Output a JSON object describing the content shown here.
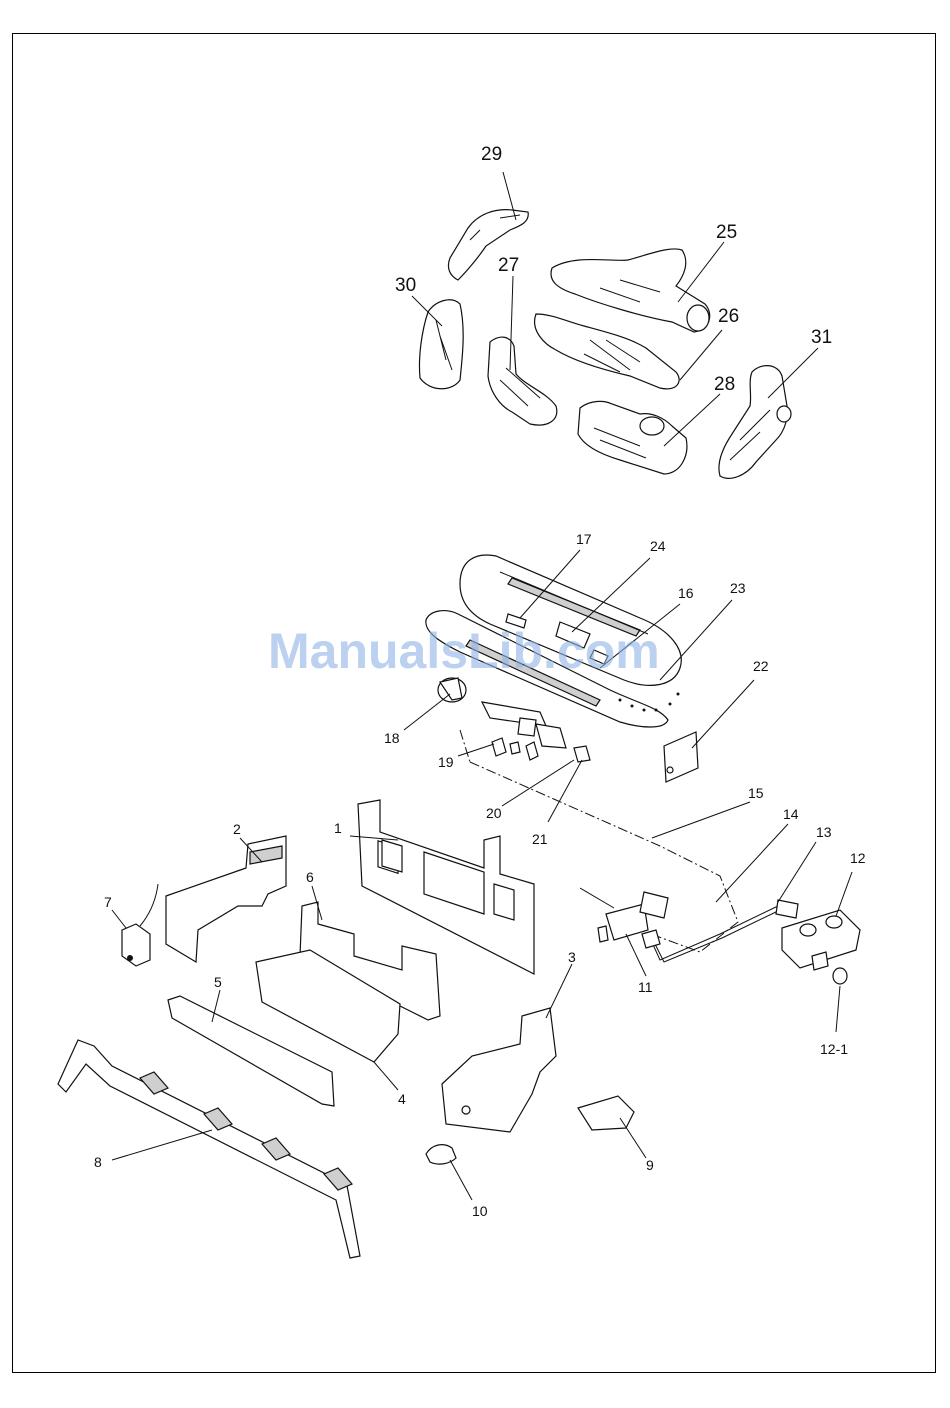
{
  "watermark": "ManualsLib.com",
  "labels": {
    "l1": "1",
    "l2": "2",
    "l3": "3",
    "l4": "4",
    "l5": "5",
    "l6": "6",
    "l7": "7",
    "l8": "8",
    "l9": "9",
    "l10": "10",
    "l11": "11",
    "l12": "12",
    "l12_1": "12-1",
    "l13": "13",
    "l14": "14",
    "l15": "15",
    "l16": "16",
    "l17": "17",
    "l18": "18",
    "l19": "19",
    "l20": "20",
    "l21": "21",
    "l22": "22",
    "l23": "23",
    "l24": "24",
    "l25": "25",
    "l26": "26",
    "l27": "27",
    "l28": "28",
    "l29": "29",
    "l30": "30",
    "l31": "31"
  }
}
